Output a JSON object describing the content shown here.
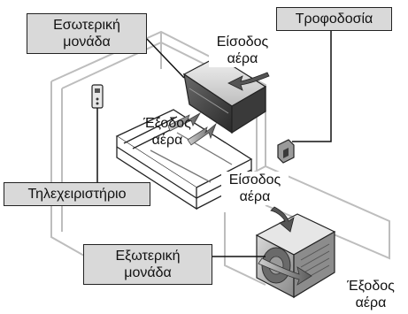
{
  "labels": {
    "indoor_unit": [
      "Εσωτερική",
      "μονάδα"
    ],
    "power_supply": "Τροφοδοσία",
    "remote_control": "Τηλεχειριστήριο",
    "outdoor_unit": [
      "Εξωτερική",
      "μονάδα"
    ],
    "indoor_air_inlet": [
      "Είσοδος",
      "αέρα"
    ],
    "indoor_air_outlet": [
      "Έξοδος",
      "αέρα"
    ],
    "outdoor_air_inlet": [
      "Είσοδος",
      "αέρα"
    ],
    "outdoor_air_outlet": [
      "Έξοδος",
      "αέρα"
    ]
  }
}
